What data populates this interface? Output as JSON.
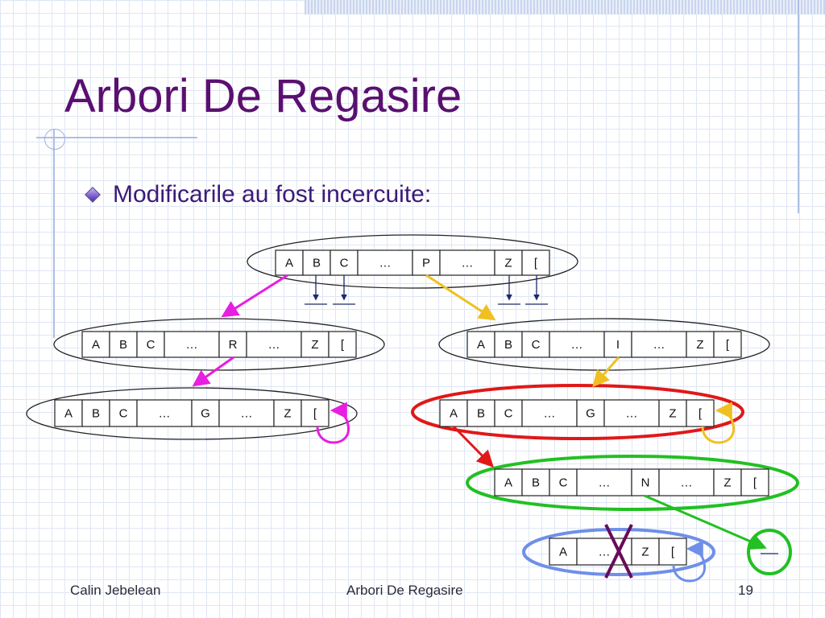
{
  "slide": {
    "title": "Arbori De Regasire",
    "bullet": "Modificarile au fost incercuite:"
  },
  "footer": {
    "author": "Calin Jebelean",
    "center": "Arbori De Regasire",
    "page": "19"
  },
  "nodes": {
    "root": [
      "A",
      "B",
      "C",
      "…",
      "P",
      "…",
      "Z",
      "["
    ],
    "left_level1": [
      "A",
      "B",
      "C",
      "…",
      "R",
      "…",
      "Z",
      "["
    ],
    "right_level1": [
      "A",
      "B",
      "C",
      "…",
      "I",
      "…",
      "Z",
      "["
    ],
    "left_level2": [
      "A",
      "B",
      "C",
      "…",
      "G",
      "…",
      "Z",
      "["
    ],
    "right_level2": [
      "A",
      "B",
      "C",
      "…",
      "G",
      "…",
      "Z",
      "["
    ],
    "level3": [
      "A",
      "B",
      "C",
      "…",
      "N",
      "…",
      "Z",
      "["
    ],
    "level4": [
      "A",
      "…",
      "Z",
      "["
    ]
  },
  "colors": {
    "title": "#5a1070",
    "magenta": "#e81ee0",
    "gold": "#f0c020",
    "red": "#e01818",
    "green": "#22c022",
    "blue": "#6f8fe8",
    "purple_x": "#6a0a5a"
  }
}
